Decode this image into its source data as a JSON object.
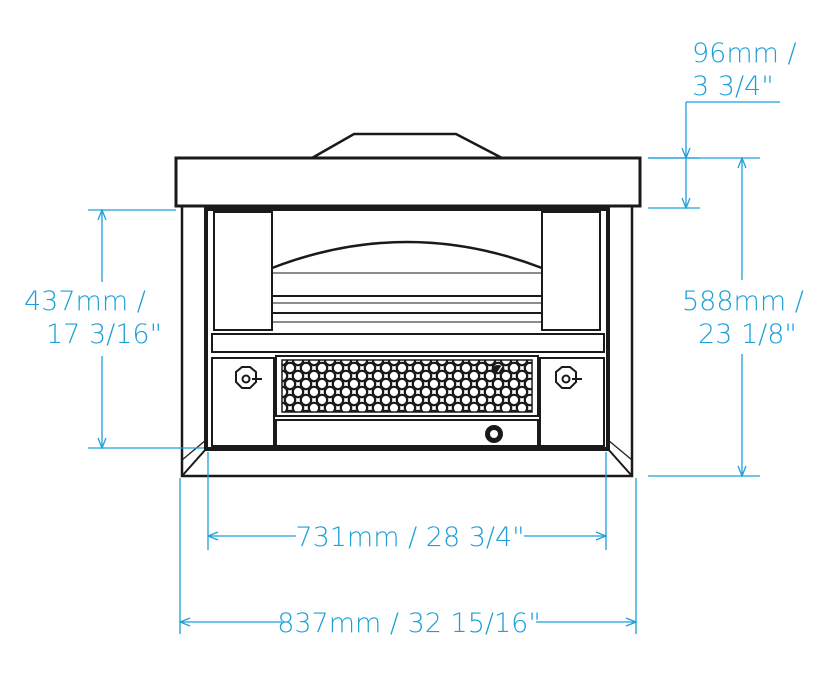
{
  "colors": {
    "dimension": "#1e9fd8",
    "outline": "#1a1a1a",
    "background": "#ffffff"
  },
  "dimensions": {
    "top_height": {
      "line1": "96mm /",
      "line2": "3 3/4\""
    },
    "opening_height": {
      "line1": "437mm /",
      "line2": "17 3/16\""
    },
    "overall_height": {
      "line1": "588mm /",
      "line2": "23 1/8\""
    },
    "opening_width": {
      "label": "731mm / 28 3/4\""
    },
    "overall_width": {
      "label": "837mm / 32 15/16\""
    }
  },
  "icons": {
    "left_knob": "knob-icon",
    "right_knob": "knob-icon",
    "thermometer": "thermometer-icon",
    "power_button": "power-button-icon"
  }
}
